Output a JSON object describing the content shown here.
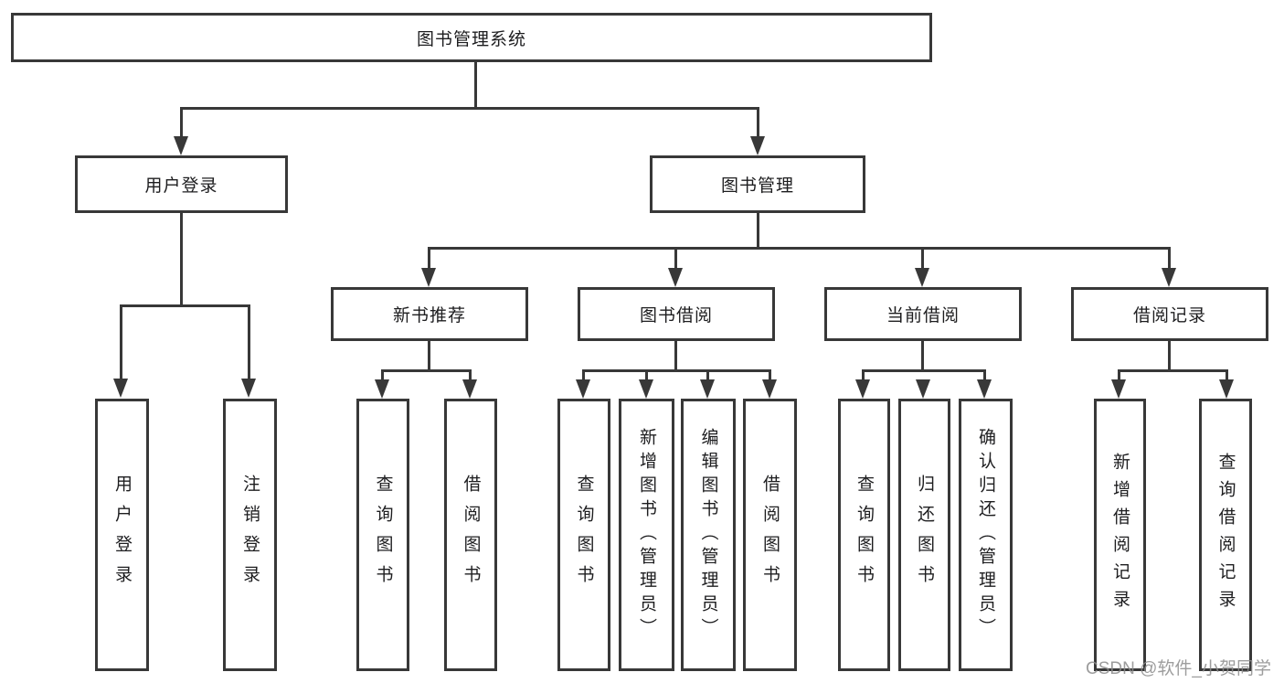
{
  "diagram_title": "图书管理系统",
  "watermark": "CSDN @软件_小贺同学",
  "nodes": {
    "root": {
      "label": "图书管理系统"
    },
    "user_login": {
      "label": "用户登录"
    },
    "book_mgmt": {
      "label": "图书管理"
    },
    "new_book_rec": {
      "label": "新书推荐"
    },
    "book_borrow": {
      "label": "图书借阅"
    },
    "current_borrow": {
      "label": "当前借阅"
    },
    "borrow_record": {
      "label": "借阅记录"
    },
    "leaf_user_login": {
      "label": "用户登录"
    },
    "leaf_logout": {
      "label": "注销登录"
    },
    "leaf_rec_query": {
      "label": "查询图书"
    },
    "leaf_rec_borrow": {
      "label": "借阅图书"
    },
    "leaf_bb_query": {
      "label": "查询图书"
    },
    "leaf_bb_add": {
      "label": "新增图书（管理员）"
    },
    "leaf_bb_edit": {
      "label": "编辑图书（管理员）"
    },
    "leaf_bb_borrow": {
      "label": "借阅图书"
    },
    "leaf_cb_query": {
      "label": "查询图书"
    },
    "leaf_cb_return": {
      "label": "归还图书"
    },
    "leaf_cb_confirm": {
      "label": "确认归还（管理员）"
    },
    "leaf_br_add": {
      "label": "新增借阅记录"
    },
    "leaf_br_query": {
      "label": "查询借阅记录"
    }
  }
}
